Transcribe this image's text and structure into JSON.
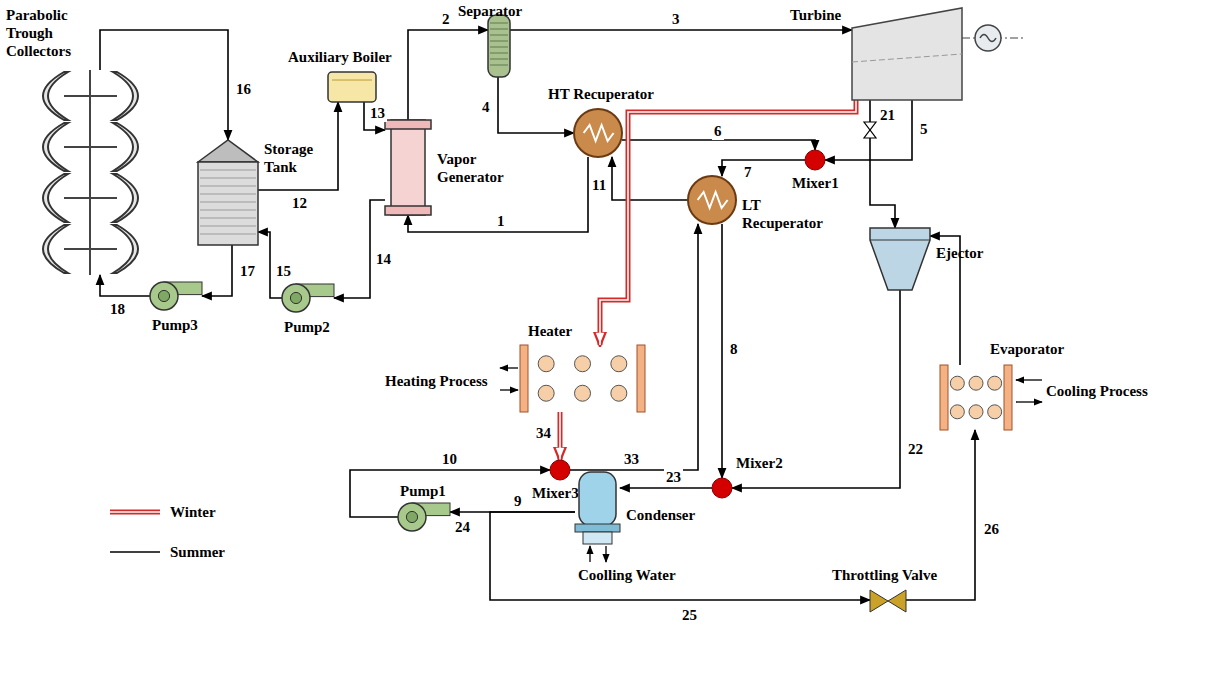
{
  "diagram": {
    "nodes": [
      {
        "text": [
          "Parabolic Trough Collectors"
        ]
      },
      {
        "text": [
          "Auxiliary Boiler"
        ]
      },
      {
        "text": [
          "Separator"
        ]
      },
      {
        "text": [
          "Turbine"
        ]
      },
      {
        "text": [
          "Storage Tank"
        ]
      },
      {
        "text": [
          "Vapor Generator"
        ]
      },
      {
        "text": [
          "HT Recuperator"
        ]
      },
      {
        "text": [
          "Mixer1"
        ]
      },
      {
        "text": [
          "LT Recuperator"
        ]
      },
      {
        "text": [
          "Ejector"
        ]
      },
      {
        "text": [
          "Pump3"
        ]
      },
      {
        "text": [
          "Pump2"
        ]
      },
      {
        "text": [
          "Heater"
        ]
      },
      {
        "text": [
          "Evaporator"
        ]
      },
      {
        "text": [
          "Mixer3"
        ]
      },
      {
        "text": [
          "Pump1"
        ]
      },
      {
        "text": [
          "Mixer2"
        ]
      },
      {
        "text": [
          "Condenser"
        ]
      },
      {
        "text": [
          "Throttling Valve"
        ]
      }
    ],
    "edges": [
      {
        "from": 0,
        "to": 4,
        "label": "16",
        "arrow": "to"
      },
      {
        "from": 4,
        "to": 10,
        "label": "17",
        "arrow": "to"
      },
      {
        "from": 10,
        "to": 0,
        "label": "18",
        "arrow": "to"
      },
      {
        "from": 4,
        "to": 1,
        "label": "12",
        "arrow": "to"
      },
      {
        "from": 1,
        "to": 5,
        "label": "13",
        "arrow": "to"
      },
      {
        "from": 5,
        "to": 11,
        "label": "14",
        "arrow": "to"
      },
      {
        "from": 11,
        "to": 4,
        "label": "15",
        "arrow": "to"
      },
      {
        "from": 5,
        "to": 2,
        "label": "2",
        "arrow": "to"
      },
      {
        "from": 2,
        "to": 3,
        "label": "3",
        "arrow": "to"
      },
      {
        "from": 2,
        "to": 6,
        "label": "4",
        "arrow": "to"
      },
      {
        "from": 6,
        "to": 7,
        "label": "6",
        "arrow": "to"
      },
      {
        "from": 6,
        "to": 5,
        "label": "1",
        "arrow": "to"
      },
      {
        "from": 8,
        "to": 6,
        "label": "11",
        "arrow": "to"
      },
      {
        "from": 3,
        "to": 7,
        "label": "5",
        "arrow": "to"
      },
      {
        "from": 3,
        "to": 9,
        "label": "21",
        "arrow": "to"
      },
      {
        "from": 3,
        "to": 12,
        "arrow": "to"
      },
      {
        "from": 7,
        "to": 8,
        "label": "7",
        "arrow": "to"
      },
      {
        "from": 8,
        "to": 16,
        "label": "8",
        "arrow": "to"
      },
      {
        "from": 9,
        "to": 16,
        "label": "22",
        "arrow": "to"
      },
      {
        "from": 16,
        "to": 17,
        "label": "23",
        "arrow": "to"
      },
      {
        "from": 17,
        "to": 15,
        "label": "9",
        "arrow": "to"
      },
      {
        "from": 17,
        "to": 18,
        "label": "25",
        "arrow": "to"
      },
      {
        "from": 15,
        "to": 14,
        "label": "10",
        "arrow": "to"
      },
      {
        "from": 12,
        "to": 14,
        "label": "34",
        "arrow": "to"
      },
      {
        "from": 14,
        "to": 8,
        "label": "33",
        "arrow": "to"
      },
      {
        "from": 18,
        "to": 13,
        "label": "26",
        "arrow": "to"
      },
      {
        "from": 13,
        "to": 9,
        "arrow": "to"
      }
    ],
    "labels": [
      "24",
      "Heating Process",
      "Cooling Process",
      "Coolling Water"
    ],
    "legend": [
      {
        "text": "Winter"
      },
      {
        "text": "Summer"
      }
    ]
  }
}
